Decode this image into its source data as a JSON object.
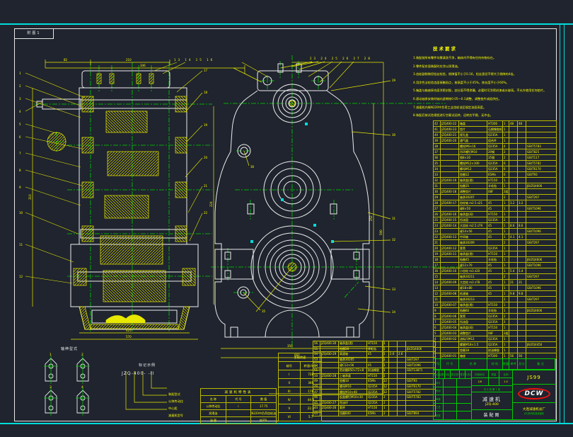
{
  "page": {
    "corner_label": "附图1"
  },
  "notes": {
    "title": "技术要求",
    "items": [
      "1.装配前所有零件均需清洗干净，箱体内不得有任何杂物存在。",
      "2.零件配合面装配时应涂以润滑油。",
      "3.齿轮副侧隙用铅丝检验，侧隙值不小于0.16，铅丝直径不得大于侧隙的4倍。",
      "4.用涂色法检验齿面接触斑点，按高度不小于45%，按长度不小于60%。",
      "5.箱盖与箱座接合面涂密封胶，剖分面不得渗漏，必要时可涂密封漆或水玻璃，不允许使用任何垫片。",
      "6.滚动轴承安装时轴向游隙按0.05～0.1调整，调整垫片成组供应。",
      "7.减速机内装N220中负荷工业齿轮油至规定油面高度。",
      "8.装配后按试验规程进行空载试运转，运转应平稳、无冲击。"
    ]
  },
  "callouts": {
    "left_col": [
      "1",
      "2",
      "3",
      "4",
      "5",
      "6",
      "7",
      "8",
      "9",
      "10",
      "11",
      "12"
    ],
    "left_top_row": "13   14   15   16",
    "left_right_col": [
      "17",
      "18",
      "19",
      "20",
      "21",
      "22"
    ],
    "right_top_row": "23  24  25  26  27  28",
    "right_col": [
      "29",
      "30",
      "31",
      "32",
      "33",
      "34"
    ],
    "oil_gauge": "35",
    "oil_plug": "36"
  },
  "dims": {
    "left_top_a": "82",
    "left_top_b": "210",
    "left_top_c": "346",
    "left_bottom_a": "425",
    "left_bottom_b": "570",
    "left_side": "310",
    "gap_side": "224",
    "right_bottom_a": "350",
    "right_bottom_b": "660",
    "right_side_a": "252",
    "right_side_b": "590"
  },
  "parts": {
    "headers": [
      "序号",
      "代  号",
      "名  称",
      "材 料",
      "数量",
      "单件",
      "总计",
      "备  注"
    ],
    "rows": [
      {
        "no": "42",
        "code": "JZQ400-22",
        "name": "箱盖",
        "mat": "HT200",
        "qty": "1",
        "u": "48",
        "t": "48",
        "rem": ""
      },
      {
        "no": "41",
        "code": "JZQ400-23",
        "name": "垫片",
        "mat": "石棉橡胶纸",
        "qty": "1",
        "u": "",
        "t": "",
        "rem": ""
      },
      {
        "no": "40",
        "code": "JZQ400-21",
        "name": "视孔盖",
        "mat": "Q235A",
        "qty": "1",
        "u": "",
        "t": "",
        "rem": ""
      },
      {
        "no": "39",
        "code": "JZQ400-20",
        "name": "通气器",
        "mat": "组合件",
        "qty": "1",
        "u": "",
        "t": "",
        "rem": ""
      },
      {
        "no": "38",
        "code": "",
        "name": "螺栓M6×16",
        "mat": "Q235A",
        "qty": "4",
        "u": "",
        "t": "",
        "rem": "GB/T5783"
      },
      {
        "no": "37",
        "code": "",
        "name": "吊环螺钉M10",
        "mat": "20钢",
        "qty": "2",
        "u": "",
        "t": "",
        "rem": "GB/T825"
      },
      {
        "no": "36",
        "code": "",
        "name": "销8×30",
        "mat": "35钢",
        "qty": "2",
        "u": "",
        "t": "",
        "rem": "GB/T117"
      },
      {
        "no": "35",
        "code": "",
        "name": "螺栓M12×100",
        "mat": "Q235A",
        "qty": "6",
        "u": "",
        "t": "",
        "rem": "GB/T5782"
      },
      {
        "no": "34",
        "code": "",
        "name": "螺母M12",
        "mat": "Q235A",
        "qty": "6",
        "u": "",
        "t": "",
        "rem": "GB/T6170"
      },
      {
        "no": "33",
        "code": "",
        "name": "垫圈12",
        "mat": "65Mn",
        "qty": "6",
        "u": "",
        "t": "",
        "rem": "GB/T93"
      },
      {
        "no": "32",
        "code": "JZQ400-19",
        "name": "轴承盖(透)",
        "mat": "HT150",
        "qty": "1",
        "u": "",
        "t": "",
        "rem": ""
      },
      {
        "no": "31",
        "code": "",
        "name": "毡圈35",
        "mat": "羊毛毡",
        "qty": "1",
        "u": "",
        "t": "",
        "rem": "JB/ZQ4606"
      },
      {
        "no": "30",
        "code": "JZQ400-18",
        "name": "调整垫片",
        "mat": "08F",
        "qty": "2组",
        "u": "",
        "t": "",
        "rem": ""
      },
      {
        "no": "29",
        "code": "",
        "name": "轴承30207",
        "mat": "",
        "qty": "2",
        "u": "",
        "t": "",
        "rem": "GB/T297"
      },
      {
        "no": "28",
        "code": "JZQ400-17",
        "name": "齿轮轴 m2.5 z21",
        "mat": "45",
        "qty": "1",
        "u": "3.2",
        "t": "3.2",
        "rem": ""
      },
      {
        "no": "27",
        "code": "",
        "name": "键8×50",
        "mat": "45",
        "qty": "1",
        "u": "",
        "t": "",
        "rem": "GB/T1096"
      },
      {
        "no": "26",
        "code": "JZQ400-16",
        "name": "轴承盖(闷)",
        "mat": "HT150",
        "qty": "1",
        "u": "",
        "t": "",
        "rem": ""
      },
      {
        "no": "25",
        "code": "JZQ400-15",
        "name": "挡油盘",
        "mat": "Q235A",
        "qty": "2",
        "u": "",
        "t": "",
        "rem": ""
      },
      {
        "no": "24",
        "code": "JZQ400-14",
        "name": "大齿轮 m2.5 z79",
        "mat": "45",
        "qty": "1",
        "u": "8.6",
        "t": "8.6",
        "rem": ""
      },
      {
        "no": "23",
        "code": "",
        "name": "键14×56",
        "mat": "45",
        "qty": "1",
        "u": "",
        "t": "",
        "rem": "GB/T1096"
      },
      {
        "no": "22",
        "code": "JZQ400-13",
        "name": "中间轴",
        "mat": "45",
        "qty": "1",
        "u": "4.1",
        "t": "4.1",
        "rem": ""
      },
      {
        "no": "21",
        "code": "",
        "name": "轴承30209",
        "mat": "",
        "qty": "2",
        "u": "",
        "t": "",
        "rem": "GB/T297"
      },
      {
        "no": "20",
        "code": "JZQ400-12",
        "name": "套筒",
        "mat": "Q235A",
        "qty": "1",
        "u": "",
        "t": "",
        "rem": ""
      },
      {
        "no": "19",
        "code": "JZQ400-11",
        "name": "轴承盖(透)",
        "mat": "HT150",
        "qty": "1",
        "u": "",
        "t": "",
        "rem": ""
      },
      {
        "no": "18",
        "code": "",
        "name": "毡圈45",
        "mat": "羊毛毡",
        "qty": "1",
        "u": "",
        "t": "",
        "rem": "JB/ZQ4606"
      },
      {
        "no": "17",
        "code": "",
        "name": "键12×70",
        "mat": "45",
        "qty": "1",
        "u": "",
        "t": "",
        "rem": "GB/T1096"
      },
      {
        "no": "16",
        "code": "JZQ400-10",
        "name": "小齿轮 m3 z20",
        "mat": "45",
        "qty": "1",
        "u": "5.4",
        "t": "5.4",
        "rem": ""
      },
      {
        "no": "15",
        "code": "",
        "name": "轴承30211",
        "mat": "",
        "qty": "2",
        "u": "",
        "t": "",
        "rem": "GB/T297"
      },
      {
        "no": "14",
        "code": "JZQ400-09",
        "name": "大齿轮 m3 z78",
        "mat": "45",
        "qty": "1",
        "u": "21",
        "t": "21",
        "rem": ""
      },
      {
        "no": "13",
        "code": "",
        "name": "键18×80",
        "mat": "45",
        "qty": "1",
        "u": "",
        "t": "",
        "rem": "GB/T1096"
      },
      {
        "no": "12",
        "code": "JZQ400-08",
        "name": "低速轴",
        "mat": "45",
        "qty": "1",
        "u": "9.8",
        "t": "9.8",
        "rem": ""
      },
      {
        "no": "11",
        "code": "",
        "name": "轴承30213",
        "mat": "",
        "qty": "2",
        "u": "",
        "t": "",
        "rem": "GB/T297"
      },
      {
        "no": "10",
        "code": "JZQ400-07",
        "name": "轴承盖(透)",
        "mat": "HT150",
        "qty": "1",
        "u": "",
        "t": "",
        "rem": ""
      },
      {
        "no": "9",
        "code": "",
        "name": "毡圈60",
        "mat": "羊毛毡",
        "qty": "1",
        "u": "",
        "t": "",
        "rem": "JB/ZQ4606"
      },
      {
        "no": "8",
        "code": "JZQ400-06",
        "name": "套筒",
        "mat": "Q235A",
        "qty": "2",
        "u": "",
        "t": "",
        "rem": ""
      },
      {
        "no": "7",
        "code": "JZQ400-05",
        "name": "挡油盘",
        "mat": "Q235A",
        "qty": "2",
        "u": "",
        "t": "",
        "rem": ""
      },
      {
        "no": "6",
        "code": "JZQ400-04",
        "name": "轴承盖(闷)",
        "mat": "HT150",
        "qty": "1",
        "u": "",
        "t": "",
        "rem": ""
      },
      {
        "no": "5",
        "code": "JZQ400-03",
        "name": "调整垫片",
        "mat": "08F",
        "qty": "2组",
        "u": "",
        "t": "",
        "rem": ""
      },
      {
        "no": "4",
        "code": "JZQ400-02",
        "name": "油标尺M12",
        "mat": "Q235A",
        "qty": "1",
        "u": "",
        "t": "",
        "rem": ""
      },
      {
        "no": "3",
        "code": "",
        "name": "螺塞M18×1.5",
        "mat": "Q235A",
        "qty": "1",
        "u": "",
        "t": "",
        "rem": "JB/ZQ4450"
      },
      {
        "no": "2",
        "code": "",
        "name": "垫圈18",
        "mat": "耐油橡胶",
        "qty": "1",
        "u": "",
        "t": "",
        "rem": ""
      },
      {
        "no": "1",
        "code": "JZQ400-01",
        "name": "箱座",
        "mat": "HT200",
        "qty": "1",
        "u": "56",
        "t": "56",
        "rem": ""
      }
    ],
    "cont_rows": [
      {
        "no": "56",
        "code": "JZQ400-30",
        "name": "轴承盖(透)",
        "mat": "HT150",
        "qty": "1",
        "u": "",
        "t": "",
        "rem": ""
      },
      {
        "no": "55",
        "code": "",
        "name": "毡圈28",
        "mat": "羊毛毡",
        "qty": "1",
        "u": "",
        "t": "",
        "rem": "JB/ZQ4606"
      },
      {
        "no": "54",
        "code": "JZQ400-29",
        "name": "高速轴",
        "mat": "45",
        "qty": "1",
        "u": "2.6",
        "t": "2.6",
        "rem": ""
      },
      {
        "no": "53",
        "code": "",
        "name": "轴承30205",
        "mat": "",
        "qty": "2",
        "u": "",
        "t": "",
        "rem": "GB/T297"
      },
      {
        "no": "52",
        "code": "",
        "name": "键C12×56",
        "mat": "45",
        "qty": "1",
        "u": "",
        "t": "",
        "rem": "GB/T1096"
      },
      {
        "no": "51",
        "code": "",
        "name": "密封圈B50×72×8",
        "mat": "耐油橡胶",
        "qty": "1",
        "u": "",
        "t": "",
        "rem": "GB/T13871"
      },
      {
        "no": "50",
        "code": "JZQ400-28",
        "name": "上轴承盖",
        "mat": "HT150",
        "qty": "1",
        "u": "",
        "t": "",
        "rem": ""
      },
      {
        "no": "49",
        "code": "",
        "name": "垫圈10",
        "mat": "65Mn",
        "qty": "12",
        "u": "",
        "t": "",
        "rem": "GB/T93"
      },
      {
        "no": "48",
        "code": "",
        "name": "螺母M10",
        "mat": "Q235A",
        "qty": "12",
        "u": "",
        "t": "",
        "rem": "GB/T6170"
      },
      {
        "no": "47",
        "code": "",
        "name": "螺栓M10×40",
        "mat": "Q235A",
        "qty": "12",
        "u": "",
        "t": "",
        "rem": "GB/T5782"
      },
      {
        "no": "46",
        "code": "",
        "name": "起盖螺钉M10×30",
        "mat": "Q235A",
        "qty": "2",
        "u": "",
        "t": "",
        "rem": "GB/T5783"
      },
      {
        "no": "45",
        "code": "JZQ400-27",
        "name": "甩油环",
        "mat": "Q235A",
        "qty": "2",
        "u": "",
        "t": "",
        "rem": ""
      },
      {
        "no": "44",
        "code": "JZQ400-26",
        "name": "套杯",
        "mat": "HT150",
        "qty": "1",
        "u": "",
        "t": "",
        "rem": ""
      },
      {
        "no": "43",
        "code": "",
        "name": "挡圈B40",
        "mat": "65Mn",
        "qty": "2",
        "u": "",
        "t": "",
        "rem": "GB/T894"
      }
    ]
  },
  "shaft_table": {
    "title": "各轴转速",
    "col_axis": "轴号",
    "col_rpm": "转速r/min",
    "rows": [
      {
        "axis": "I",
        "rpm": "728"
      },
      {
        "axis": "II",
        "rpm": "360"
      },
      {
        "axis": "III",
        "rpm": "178"
      },
      {
        "axis": "IV",
        "rpm": "44.5"
      },
      {
        "axis": "V",
        "rpm": "22.3"
      },
      {
        "axis": "VI",
        "rpm": "5.7"
      }
    ]
  },
  "spec_table": {
    "title": "减速机特性表",
    "rows": [
      {
        "k": "名 称",
        "c": "代 号",
        "v": "数 值"
      },
      {
        "k": "公称传动比",
        "c": "i",
        "v": "17.75"
      },
      {
        "k": "润滑油",
        "c": "",
        "v": "N220中负荷齿轮油"
      },
      {
        "k": "油 量",
        "c": "",
        "v": "约35L"
      }
    ]
  },
  "model": {
    "title": "标记示例",
    "code": "JZQ-400- -II",
    "labels": [
      "装配型式",
      "公称传动比",
      "中心距",
      "减速机型号"
    ]
  },
  "detail_views": {
    "title": "轴伸型式",
    "items": [
      "1",
      "2",
      "3",
      "4"
    ]
  },
  "title_block": {
    "rev_cols": [
      "标记",
      "处数",
      "分区",
      "更改文件号",
      "签字",
      "年月日"
    ],
    "sign_labels": [
      "设计",
      "校对",
      "审核",
      "工艺",
      "批准"
    ],
    "stage_label": "阶段标记",
    "mass_label": "质量",
    "scale_label": "比例",
    "sheet_value": "1/8",
    "scale_value": "1:2",
    "sheet_note": "共 8 张 第 1 张",
    "product_name": "减速机",
    "product_code": "JZQ-400",
    "doc_type": "装配图",
    "drawing_no": "JS99",
    "logo_text": "DCW",
    "company": "大连减速机总厂",
    "company_sub": "JZQ系列标准减速机"
  }
}
